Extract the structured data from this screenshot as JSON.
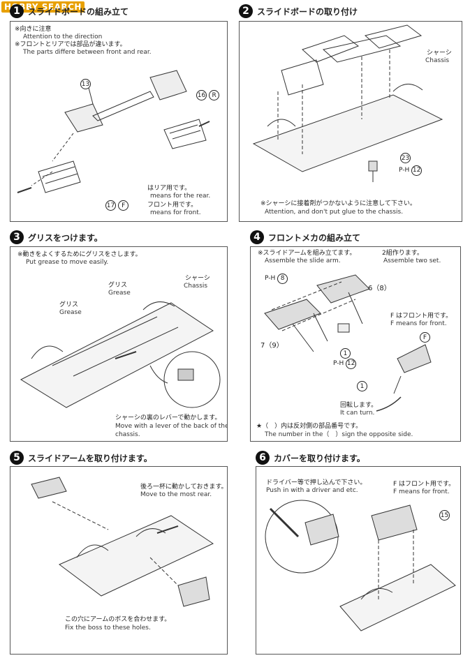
{
  "header": {
    "logo": "HOBBY SEARCH"
  },
  "steps": [
    {
      "num": "1",
      "title": "スライドボードの組み立て",
      "notes": [
        "※向きに注意",
        "Attention to the direction",
        "※フロントとリアでは部品が違います。",
        "The parts differe between front and rear."
      ],
      "callouts": {
        "p13": "13",
        "p16": "16",
        "r": "R",
        "p17": "17",
        "f": "F",
        "legend_r_jp": "はリア用です。",
        "legend_r_en": "means for the rear.",
        "legend_f_jp": "フロント用です。",
        "legend_f_en": "means for front."
      }
    },
    {
      "num": "2",
      "title": "スライドボードの取り付け",
      "callouts": {
        "chassis_jp": "シャーシ",
        "chassis_en": "Chassis",
        "p23": "23",
        "ph": "P-H",
        "ph_num": "12"
      },
      "notes": [
        "※シャーシに接着剤がつかないように注意して下さい。",
        "Attention, and don't put glue to the chassis."
      ]
    },
    {
      "num": "3",
      "title": "グリスをつけます。",
      "notes": [
        "※動きをよくするためにグリスをさします。",
        "Put grease to move easily."
      ],
      "callouts": {
        "grease1_jp": "グリス",
        "grease1_en": "Grease",
        "grease2_jp": "グリス",
        "grease2_en": "Grease",
        "chassis_jp": "シャーシ",
        "chassis_en": "Chassis",
        "lever_jp": "シャーシの裏のレバーで動かします。",
        "lever_en1": "Move with a lever of the back of the",
        "lever_en2": "chassis."
      }
    },
    {
      "num": "4",
      "title": "フロントメカの組み立て",
      "notes": [
        "※スライドアームを組み立てます。",
        "Assemble the slide arm."
      ],
      "callouts": {
        "two_jp": "2組作ります。",
        "two_en": "Assemble two set.",
        "ph": "P-H",
        "ph8": "8",
        "p6": "6（8）",
        "p7": "7（9）",
        "p1": "1",
        "ph12": "12",
        "f_jp": "F はフロント用です。",
        "f_en": "F means for front.",
        "f": "F",
        "p1b": "1",
        "turn_jp": "回転します。",
        "turn_en": "It can turn.",
        "star_jp": "★（　）内は反対側の部品番号です。",
        "star_en": "The number in the（　）sign the opposite side."
      }
    },
    {
      "num": "5",
      "title": "スライドアームを取り付けます。",
      "callouts": {
        "rear_jp": "後ろ一杯に動かしておきます。",
        "rear_en": "Move to the most rear.",
        "hole_jp": "この穴にアームのボスを合わせます。",
        "hole_en": "Fix the boss to these holes."
      }
    },
    {
      "num": "6",
      "title": "カバーを取り付けます。",
      "callouts": {
        "push_jp": "ドライバー等で押し込んで下さい。",
        "push_en": "Push in with a driver and etc.",
        "f_jp": "F はフロント用です。",
        "f_en": "F means for front.",
        "p15": "15"
      }
    }
  ]
}
